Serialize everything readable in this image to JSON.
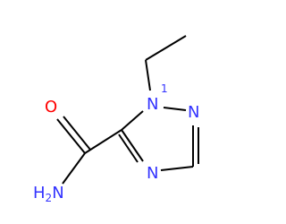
{
  "atoms": {
    "n1": {
      "label": "N",
      "locant": "1",
      "color": "#3333ff"
    },
    "n2": {
      "label": "N",
      "color": "#3333ff"
    },
    "n4": {
      "label": "N",
      "color": "#3333ff"
    },
    "o": {
      "label": "O",
      "color": "#ff0000"
    },
    "nh2": {
      "label": "H",
      "subscript": "2",
      "suffix": "N",
      "color": "#3333ff"
    }
  },
  "colors": {
    "bond": "#000000",
    "nitrogen": "#3333ff",
    "oxygen": "#ff0000",
    "background": "#ffffff"
  }
}
